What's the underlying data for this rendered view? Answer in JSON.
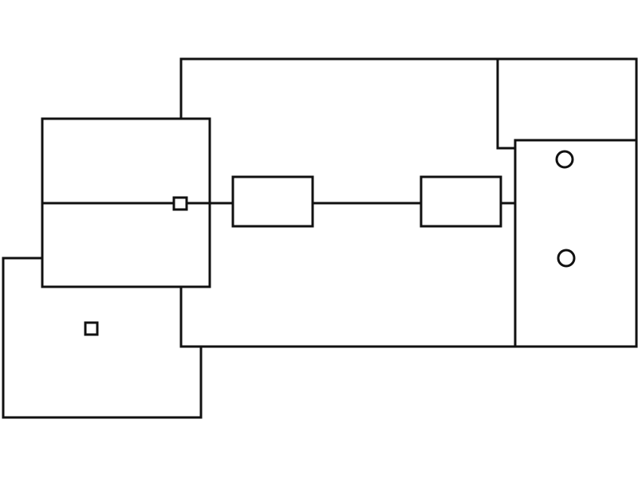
{
  "diagram": {
    "colors": {
      "line": "#111111",
      "background": "#ffffff",
      "fill": "#ffffff"
    },
    "regions": [
      "main-room",
      "upper-right-room",
      "right-room",
      "left-room",
      "lower-left-room"
    ],
    "components": [
      "left-block",
      "right-block",
      "junction-marker",
      "lower-left-marker"
    ],
    "markers": [
      "upper-circle",
      "lower-circle"
    ]
  }
}
